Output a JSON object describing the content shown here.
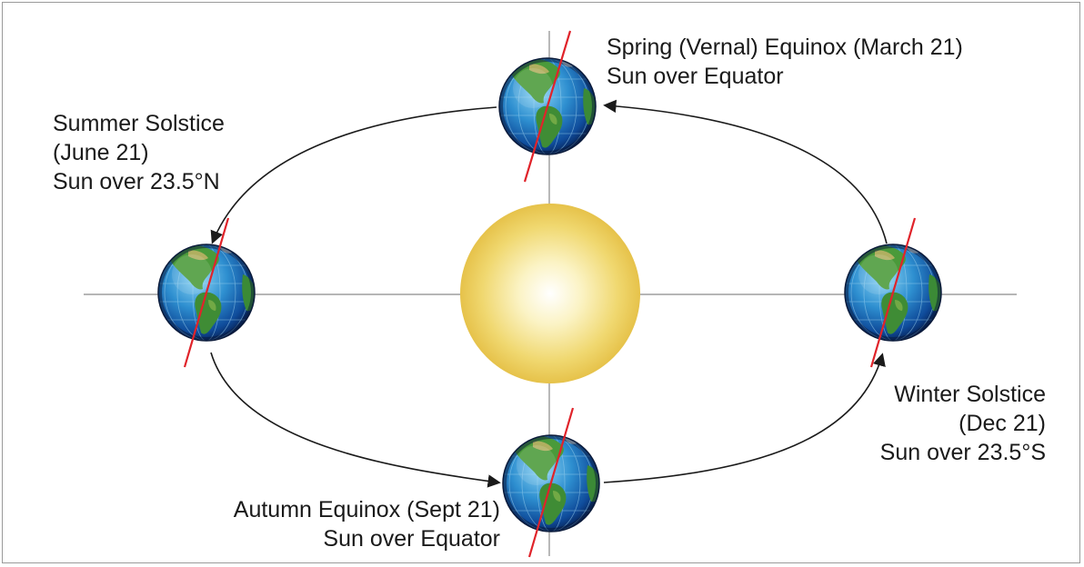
{
  "labels": {
    "spring": {
      "line1": "Spring (Vernal) Equinox (March 21)",
      "line2": "Sun over Equator"
    },
    "summer": {
      "line1": "Summer Solstice",
      "line2": "(June 21)",
      "line3": "Sun over 23.5°N"
    },
    "winter": {
      "line1": "Winter Solstice",
      "line2": "(Dec 21)",
      "line3": "Sun over 23.5°S"
    },
    "autumn": {
      "line1": "Autumn Equinox (Sept 21)",
      "line2": "Sun over Equator"
    }
  },
  "colors": {
    "axis_line": "#e0232a",
    "orbit": "#1a1a1a",
    "crosshair": "#8a8a8a",
    "sun_center": "#ffffff",
    "sun_edge": "#e6c64a",
    "ocean_light": "#5ab8e8",
    "ocean_dark": "#0a2a6a",
    "land": "#2f8a3a"
  },
  "icons": {
    "sun": "sun-icon",
    "earth": "earth-globe-icon"
  }
}
